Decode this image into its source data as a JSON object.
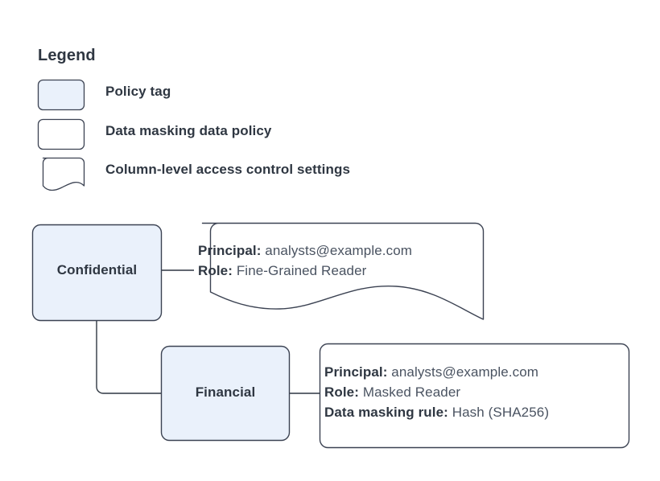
{
  "legend": {
    "title": "Legend",
    "items": [
      {
        "shape": "policy-tag-swatch",
        "label": "Policy tag",
        "fill": "#eaf1fb",
        "stroke": "#3b4252"
      },
      {
        "shape": "data-masking-policy-swatch",
        "label": "Data masking data policy",
        "fill": "#ffffff",
        "stroke": "#3b4252"
      },
      {
        "shape": "column-access-settings-swatch",
        "label": "Column-level access control settings",
        "fill": "#ffffff",
        "stroke": "#3b4252"
      }
    ]
  },
  "diagram": {
    "nodes": [
      {
        "id": "confidential",
        "label": "Confidential",
        "type": "policy-tag"
      },
      {
        "id": "financial",
        "label": "Financial",
        "type": "policy-tag"
      }
    ],
    "callouts": [
      {
        "id": "access-control",
        "type": "column-level-access-control-settings",
        "rows": [
          {
            "key": "Principal:",
            "value": "analysts@example.com"
          },
          {
            "key": "Role:",
            "value": "Fine-Grained Reader"
          }
        ]
      },
      {
        "id": "data-masking",
        "type": "data-masking-data-policy",
        "rows": [
          {
            "key": "Principal:",
            "value": "analysts@example.com"
          },
          {
            "key": "Role:",
            "value": "Masked Reader"
          },
          {
            "key": "Data masking rule:",
            "value": "Hash (SHA256)"
          }
        ]
      }
    ],
    "edges": [
      {
        "from": "confidential",
        "to": "access-control"
      },
      {
        "from": "confidential",
        "to": "financial"
      },
      {
        "from": "financial",
        "to": "data-masking"
      }
    ]
  },
  "colors": {
    "tag_fill": "#eaf1fb",
    "box_fill": "#ffffff",
    "stroke": "#3b4252",
    "connector": "#2f3742",
    "text_bold": "#2f3742",
    "text_regular": "#4a5361",
    "background": "#ffffff"
  }
}
